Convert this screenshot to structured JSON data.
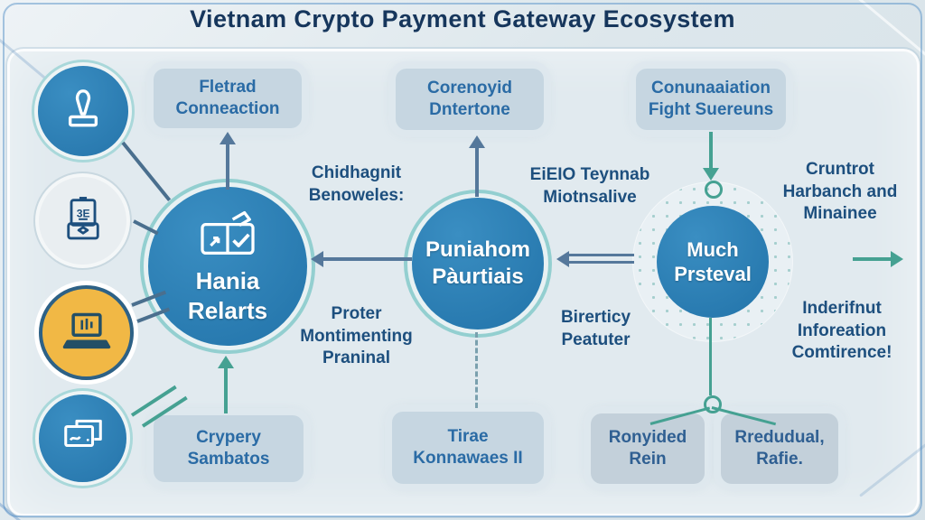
{
  "title": "Vietnam Crypto Payment Gateway Ecosystem",
  "top_boxes": [
    {
      "label": "Fletrad\nConneaction"
    },
    {
      "label": "Corenoyid\nDntertone"
    },
    {
      "label": "Conunaaiation\nFight Suereuns"
    }
  ],
  "hubs": [
    {
      "name": "Hania\nRelarts"
    },
    {
      "name": "Puniahom\nPàurtiais"
    },
    {
      "name": "Much\nPrsteval"
    }
  ],
  "annotations": [
    {
      "text": "Chidhagnit\nBenoweles:"
    },
    {
      "text": "EiEIO Teynnab\nMiotnsalive"
    },
    {
      "text": "Cruntrot\nHarbanch and\nMinainee"
    },
    {
      "text": "Proter\nMontimenting\nPraninal"
    },
    {
      "text": "Birerticy\nPeatuter"
    },
    {
      "text": "Inderifnut\nInforeation\nComtirence!"
    }
  ],
  "bottom_boxes": [
    {
      "label": "Crypery\nSambatos"
    },
    {
      "label": "Tirae\nKonnawaes II"
    },
    {
      "label": "Ronyided\nRein"
    },
    {
      "label": "Rredudual,\nRafie."
    }
  ],
  "icons": {
    "side": [
      "stamp-icon",
      "clipboard-icon",
      "laptop-icon",
      "cards-icon"
    ],
    "hub1": "card-check-icon"
  },
  "colors": {
    "accent_blue": "#2c7db4",
    "navy_text": "#16365c",
    "label_text": "#1d4f7e",
    "box_fill": "#c6d6e1",
    "teal_arrow": "#45a192",
    "gray_arrow": "#55789b",
    "yellow": "#f1b845"
  }
}
